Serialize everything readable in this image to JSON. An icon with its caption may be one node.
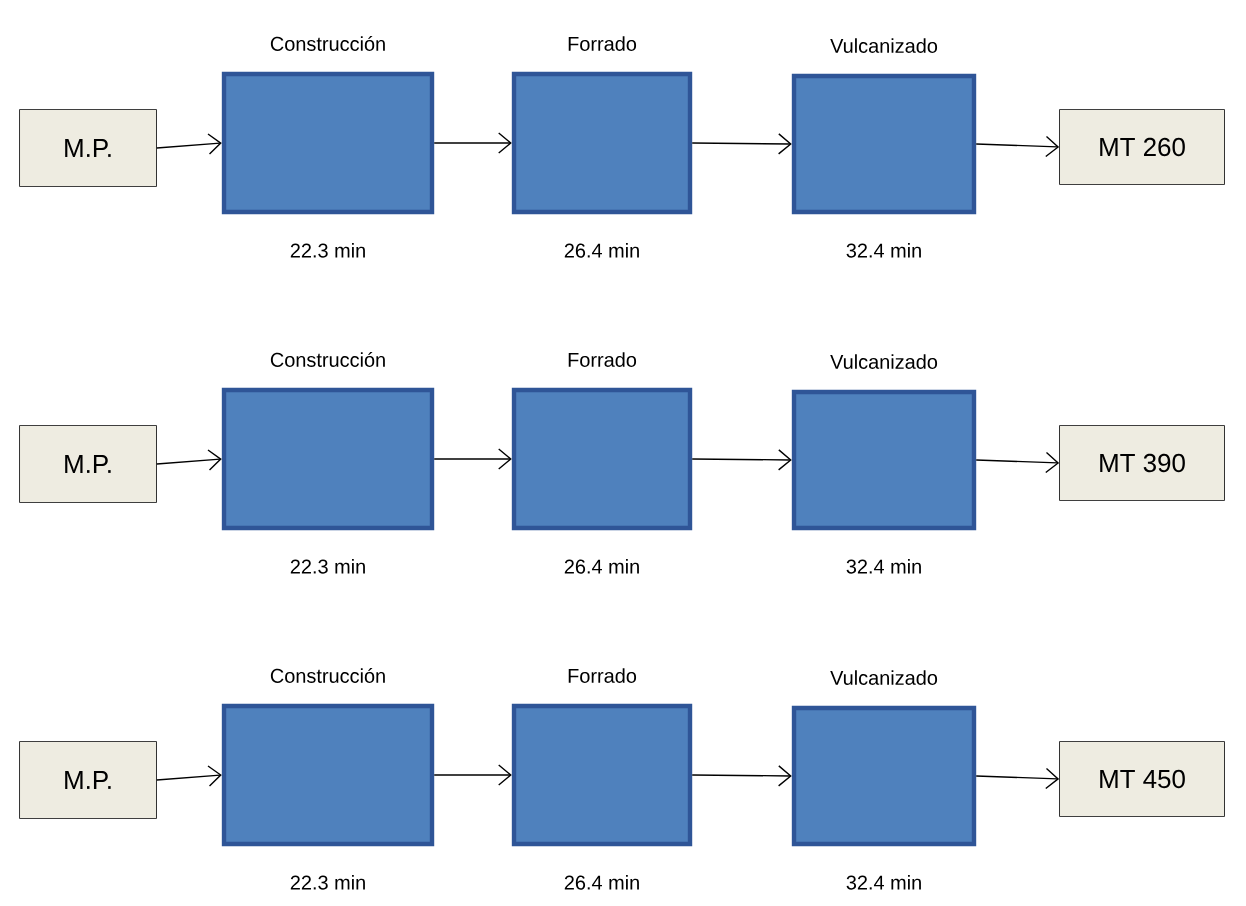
{
  "diagram": {
    "nodes": [
      {
        "text": [
          "M.P."
        ]
      },
      {
        "text": [
          "Construcción"
        ],
        "beside": [
          "22.3 min"
        ]
      },
      {
        "text": [
          "Forrado"
        ],
        "beside": [
          "26.4 min"
        ]
      },
      {
        "text": [
          "Vulcanizado"
        ],
        "beside": [
          "32.4 min"
        ]
      },
      {
        "text": [
          "MT 260"
        ]
      },
      {
        "text": [
          "M.P."
        ]
      },
      {
        "text": [
          "Construcción"
        ],
        "beside": [
          "22.3 min"
        ]
      },
      {
        "text": [
          "Forrado"
        ],
        "beside": [
          "26.4 min"
        ]
      },
      {
        "text": [
          "Vulcanizado"
        ],
        "beside": [
          "32.4 min"
        ]
      },
      {
        "text": [
          "MT 390"
        ]
      },
      {
        "text": [
          "M.P."
        ]
      },
      {
        "text": [
          "Construcción"
        ],
        "beside": [
          "22.3 min"
        ]
      },
      {
        "text": [
          "Forrado"
        ],
        "beside": [
          "26.4 min"
        ]
      },
      {
        "text": [
          "Vulcanizado"
        ],
        "beside": [
          "32.4 min"
        ]
      },
      {
        "text": [
          "MT 450"
        ]
      }
    ],
    "edges": [
      {
        "from": 0,
        "to": 1,
        "arrow": "to"
      },
      {
        "from": 1,
        "to": 2,
        "arrow": "to"
      },
      {
        "from": 2,
        "to": 3,
        "arrow": "to"
      },
      {
        "from": 3,
        "to": 4,
        "arrow": "to"
      },
      {
        "from": 5,
        "to": 6,
        "arrow": "to"
      },
      {
        "from": 6,
        "to": 7,
        "arrow": "to"
      },
      {
        "from": 7,
        "to": 8,
        "arrow": "to"
      },
      {
        "from": 8,
        "to": 9,
        "arrow": "to"
      },
      {
        "from": 10,
        "to": 11,
        "arrow": "to"
      },
      {
        "from": 11,
        "to": 12,
        "arrow": "to"
      },
      {
        "from": 12,
        "to": 13,
        "arrow": "to"
      },
      {
        "from": 13,
        "to": 14,
        "arrow": "to"
      }
    ]
  }
}
